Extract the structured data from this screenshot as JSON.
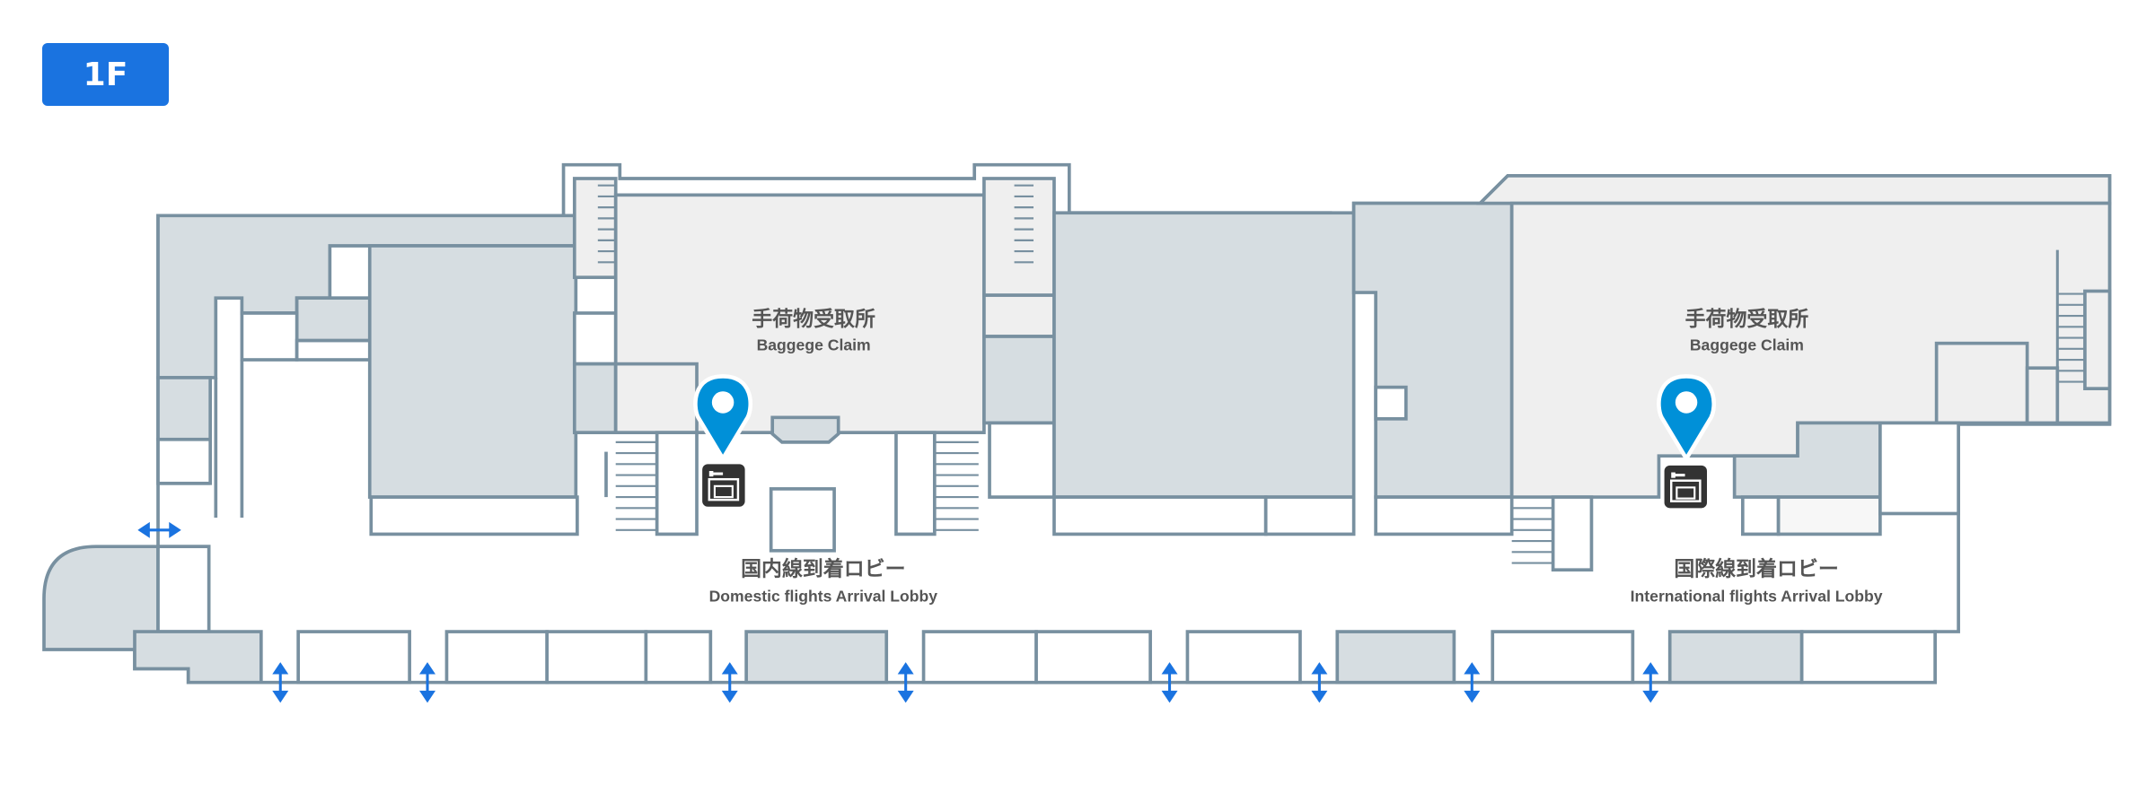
{
  "floor": {
    "label": "1F",
    "color": "#1a73e0"
  },
  "areas": [
    {
      "jp": "手荷物受取所",
      "en": "Baggege Claim"
    },
    {
      "jp": "手荷物受取所",
      "en": "Baggege Claim"
    },
    {
      "jp": "国内線到着ロビー",
      "en": "Domestic flights Arrival Lobby"
    },
    {
      "jp": "国際線到着ロビー",
      "en": "International flights Arrival Lobby"
    }
  ],
  "markers": [
    {
      "icon": "location-pin-icon",
      "facility_icon": "coin-locker-icon",
      "color": "#0090d8"
    },
    {
      "icon": "location-pin-icon",
      "facility_icon": "coin-locker-icon",
      "color": "#0090d8"
    }
  ],
  "colors": {
    "wall": "#7890a0",
    "room_dark": "#d6dde1",
    "room_light": "#efefef",
    "entrance_arrow": "#1a73e0"
  }
}
